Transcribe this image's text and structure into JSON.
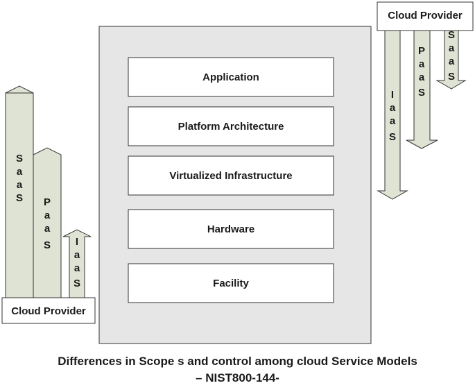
{
  "layers": [
    "Application",
    "Platform Architecture",
    "Virtualized Infrastructure",
    "Hardware",
    "Facility"
  ],
  "providers": {
    "left": "Cloud Provider",
    "right": "Cloud Provider"
  },
  "arrows": {
    "left": [
      {
        "label": "SaaS",
        "letters": [
          "S",
          "a",
          "a",
          "S"
        ]
      },
      {
        "label": "PaaS",
        "letters": [
          "P",
          "a",
          "a",
          "S"
        ]
      },
      {
        "label": "IaaS",
        "letters": [
          "I",
          "a",
          "a",
          "S"
        ]
      }
    ],
    "right": [
      {
        "label": "IaaS",
        "letters": [
          "I",
          "a",
          "a",
          "S"
        ]
      },
      {
        "label": "PaaS",
        "letters": [
          "P",
          "a",
          "a",
          "S"
        ]
      },
      {
        "label": "SaaS",
        "letters": [
          "S",
          "a",
          "a",
          "S"
        ]
      }
    ]
  },
  "caption": {
    "line1": "Differences in Scope s and control among cloud Service Models",
    "line2": "– NIST800-144-"
  },
  "colors": {
    "panel": "#e6e6e6",
    "arrow_fill": "#dfe3d3",
    "stroke": "#333333"
  }
}
